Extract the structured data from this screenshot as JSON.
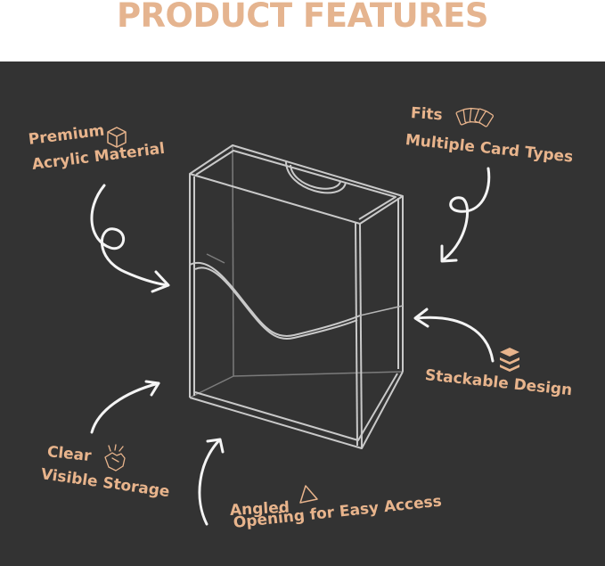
{
  "header": {
    "title": "PRODUCT FEATURES"
  },
  "colors": {
    "accent": "#e8b48c",
    "heading": "#e5b48f",
    "background": "#333333",
    "arrow": "#f4f4f4",
    "case_edge": "#c9c9c9"
  },
  "features": [
    {
      "line1": "Premium",
      "line2": "Acrylic Material",
      "icon": "cube-icon"
    },
    {
      "line1": "Fits",
      "line2": "Multiple Card Types",
      "icon": "playing-cards-icon"
    },
    {
      "line1": "Stackable Design",
      "icon": "stack-layers-icon"
    },
    {
      "line1": "Clear",
      "line2": "Visible Storage",
      "icon": "hand-touch-icon"
    },
    {
      "line1": "Angled",
      "line2": "Opening for Easy Access",
      "icon": "triangle-icon"
    }
  ]
}
